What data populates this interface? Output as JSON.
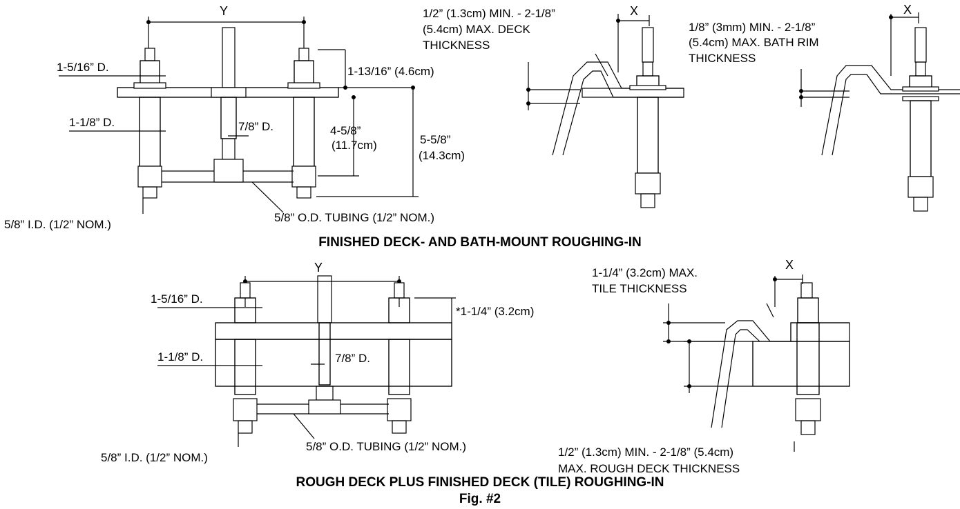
{
  "labels": {
    "tl_y": "Y",
    "tl_516": "1-5/16” D.",
    "tl_1316": "1-13/16” (4.6cm)",
    "tl_118": "1-1/8” D.",
    "tl_78": "7/8” D.",
    "tl_458_a": "4-5/8”",
    "tl_458_b": "(11.7cm)",
    "tl_558_a": "5-5/8”",
    "tl_558_b": "(14.3cm)",
    "tl_id": "5/8” I.D. (1/2” NOM.)",
    "tl_od": "5/8” O.D. TUBING (1/2” NOM.)",
    "tm_x": "X",
    "tm_deck_1": "1/2” (1.3cm) MIN. - 2-1/8”",
    "tm_deck_2": "(5.4cm) MAX. DECK",
    "tm_deck_3": "THICKNESS",
    "tr_x": "X",
    "tr_rim_1": "1/8” (3mm) MIN. - 2-1/8”",
    "tr_rim_2": "(5.4cm) MAX. BATH RIM",
    "tr_rim_3": "THICKNESS",
    "bl_y": "Y",
    "bl_516": "1-5/16” D.",
    "bl_114": "*1-1/4” (3.2cm)",
    "bl_118": "1-1/8” D.",
    "bl_78": "7/8” D.",
    "bl_id": "5/8” I.D. (1/2” NOM.)",
    "bl_od": "5/8” O.D. TUBING (1/2” NOM.)",
    "br_x": "X",
    "br_tile_1": "1-1/4” (3.2cm) MAX.",
    "br_tile_2": "TILE THICKNESS",
    "br_rough_1": "1/2” (1.3cm) MIN. - 2-1/8” (5.4cm)",
    "br_rough_2": "MAX. ROUGH DECK THICKNESS"
  },
  "headings": {
    "top": "FINISHED DECK- AND  BATH-MOUNT ROUGHING-IN",
    "bottom": "ROUGH DECK PLUS FINISHED DECK (TILE) ROUGHING-IN",
    "fig": "Fig. #2"
  }
}
